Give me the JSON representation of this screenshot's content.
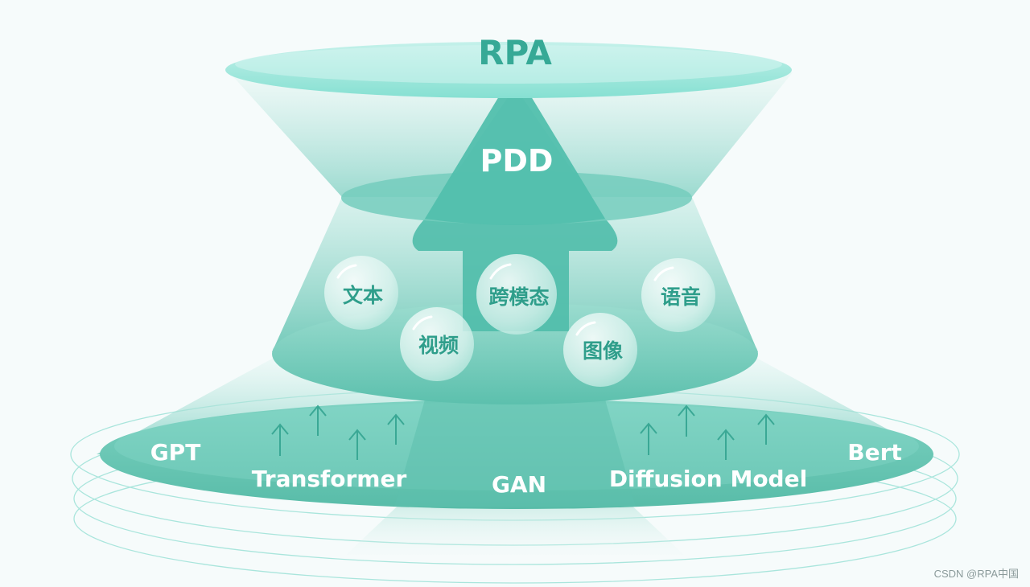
{
  "diagram": {
    "top_label": "RPA",
    "middle_label": "PDD",
    "modalities": [
      "文本",
      "视频",
      "跨模态",
      "图像",
      "语音"
    ],
    "base_models": [
      "GPT",
      "Transformer",
      "GAN",
      "Diffusion Model",
      "Bert"
    ],
    "arrow_glyph": "↑",
    "colors": {
      "top_disc": "#8fe3d6",
      "teal": "#4fbcaa",
      "teal_dark": "#3aa895",
      "label_dark": "#36a996",
      "label_light": "#ffffff",
      "ring": "#a9e5dc"
    }
  },
  "watermark": "CSDN @RPA中国"
}
